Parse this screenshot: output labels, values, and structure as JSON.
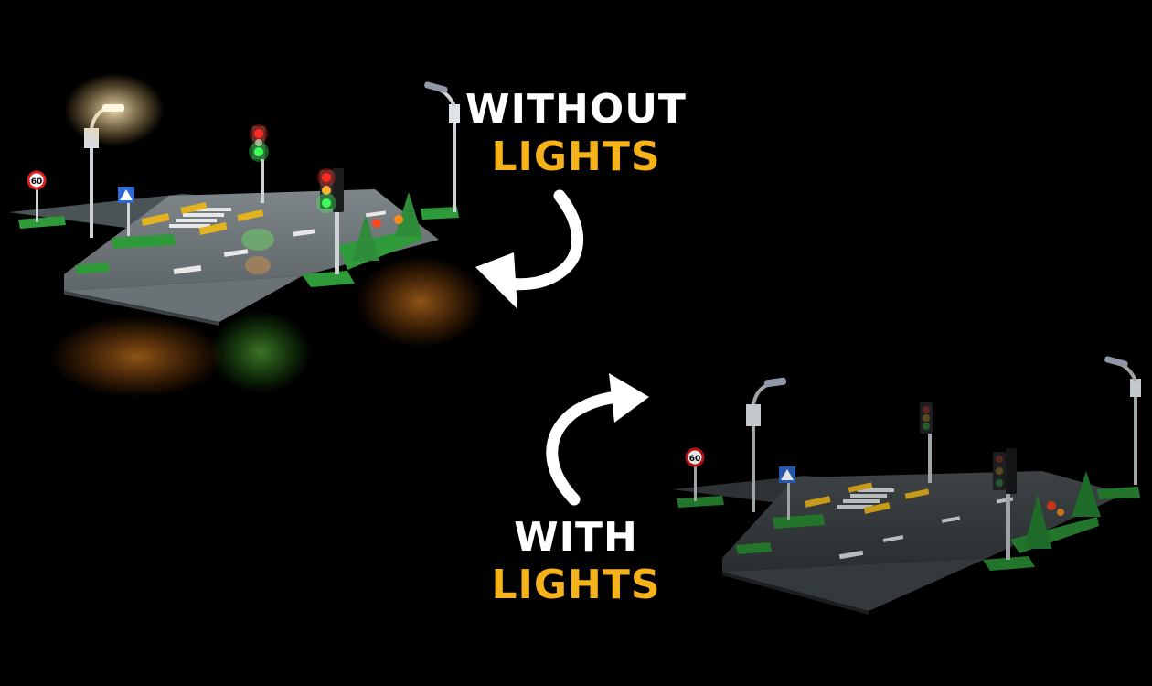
{
  "captions": {
    "top": {
      "line1": "WITHOUT",
      "line2": "LIGHTS"
    },
    "bottom": {
      "line1": "WITH",
      "line2": "LIGHTS"
    }
  },
  "colors": {
    "background": "#000000",
    "caption_white": "#ffffff",
    "caption_accent": "#f6b21b",
    "baseplate_gray": "#6f7679",
    "grass_green": "#2f9a3a",
    "road_marking_yellow": "#e3b21e",
    "road_marking_white": "#e8e8e8",
    "light_warm": "#ffcf7a",
    "signal_red": "#ff2a20",
    "signal_green": "#3cff5a"
  },
  "icons": {
    "arrow_top": "curved-arrow-icon",
    "arrow_bottom": "curved-arrow-icon",
    "speed_sign": "speed-limit-sign-icon",
    "crossing_sign": "pedestrian-crossing-sign-icon"
  },
  "speed_sign_text": "60"
}
